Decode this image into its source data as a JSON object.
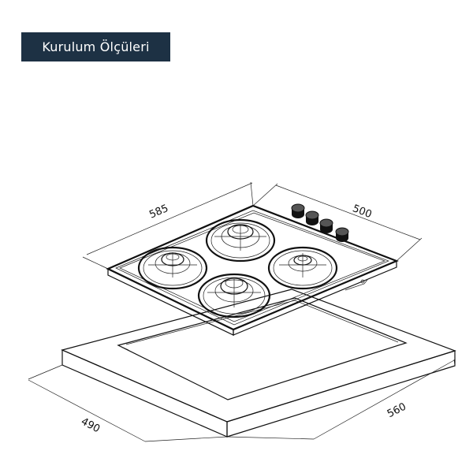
{
  "header": {
    "title": "Kurulum Ölçüleri"
  },
  "dimensions": {
    "hob_width": "585",
    "hob_depth": "500",
    "cutout_depth": "490",
    "cutout_width": "560"
  },
  "colors": {
    "badge_bg": "#1d3144",
    "badge_text": "#ffffff",
    "line": "#111111"
  }
}
